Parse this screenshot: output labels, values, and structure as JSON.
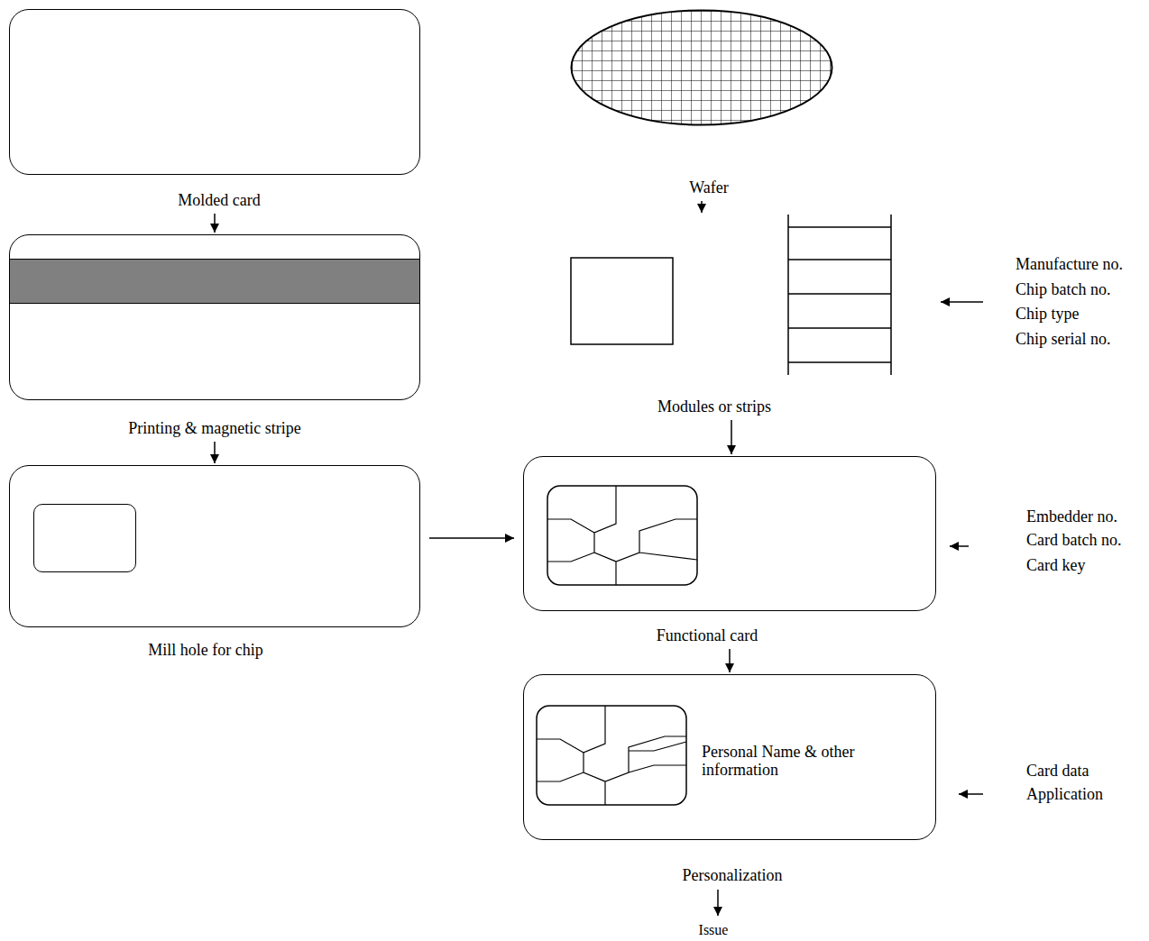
{
  "diagram": {
    "nodes": [
      {
        "text": [
          "Molded card"
        ]
      },
      {
        "text": [
          "Printing & magnetic stripe"
        ]
      },
      {
        "text": [
          "Mill hole for chip"
        ]
      },
      {
        "text": [
          "Wafer"
        ]
      },
      {
        "text": [
          "Modules or strips"
        ]
      },
      {
        "text": [
          "Functional card"
        ]
      },
      {
        "text": [
          "Personal Name & other information",
          "Personalization"
        ]
      }
    ],
    "edges": [
      {
        "from": 0,
        "to": 1,
        "arrow": "to"
      },
      {
        "from": 1,
        "to": 2,
        "arrow": "to"
      },
      {
        "from": 2,
        "to": 5,
        "arrow": "to"
      },
      {
        "from": 3,
        "to": 4,
        "arrow": "to"
      },
      {
        "from": 4,
        "to": 5,
        "arrow": "to"
      },
      {
        "from": 5,
        "to": 6,
        "arrow": "to"
      }
    ],
    "labels": [
      "Manufacture no.",
      "Chip batch no.",
      "Chip type",
      "Chip serial no.",
      "Embedder no.",
      "Card batch no.",
      "Card key",
      "Card data",
      "Application",
      "Issue"
    ]
  }
}
